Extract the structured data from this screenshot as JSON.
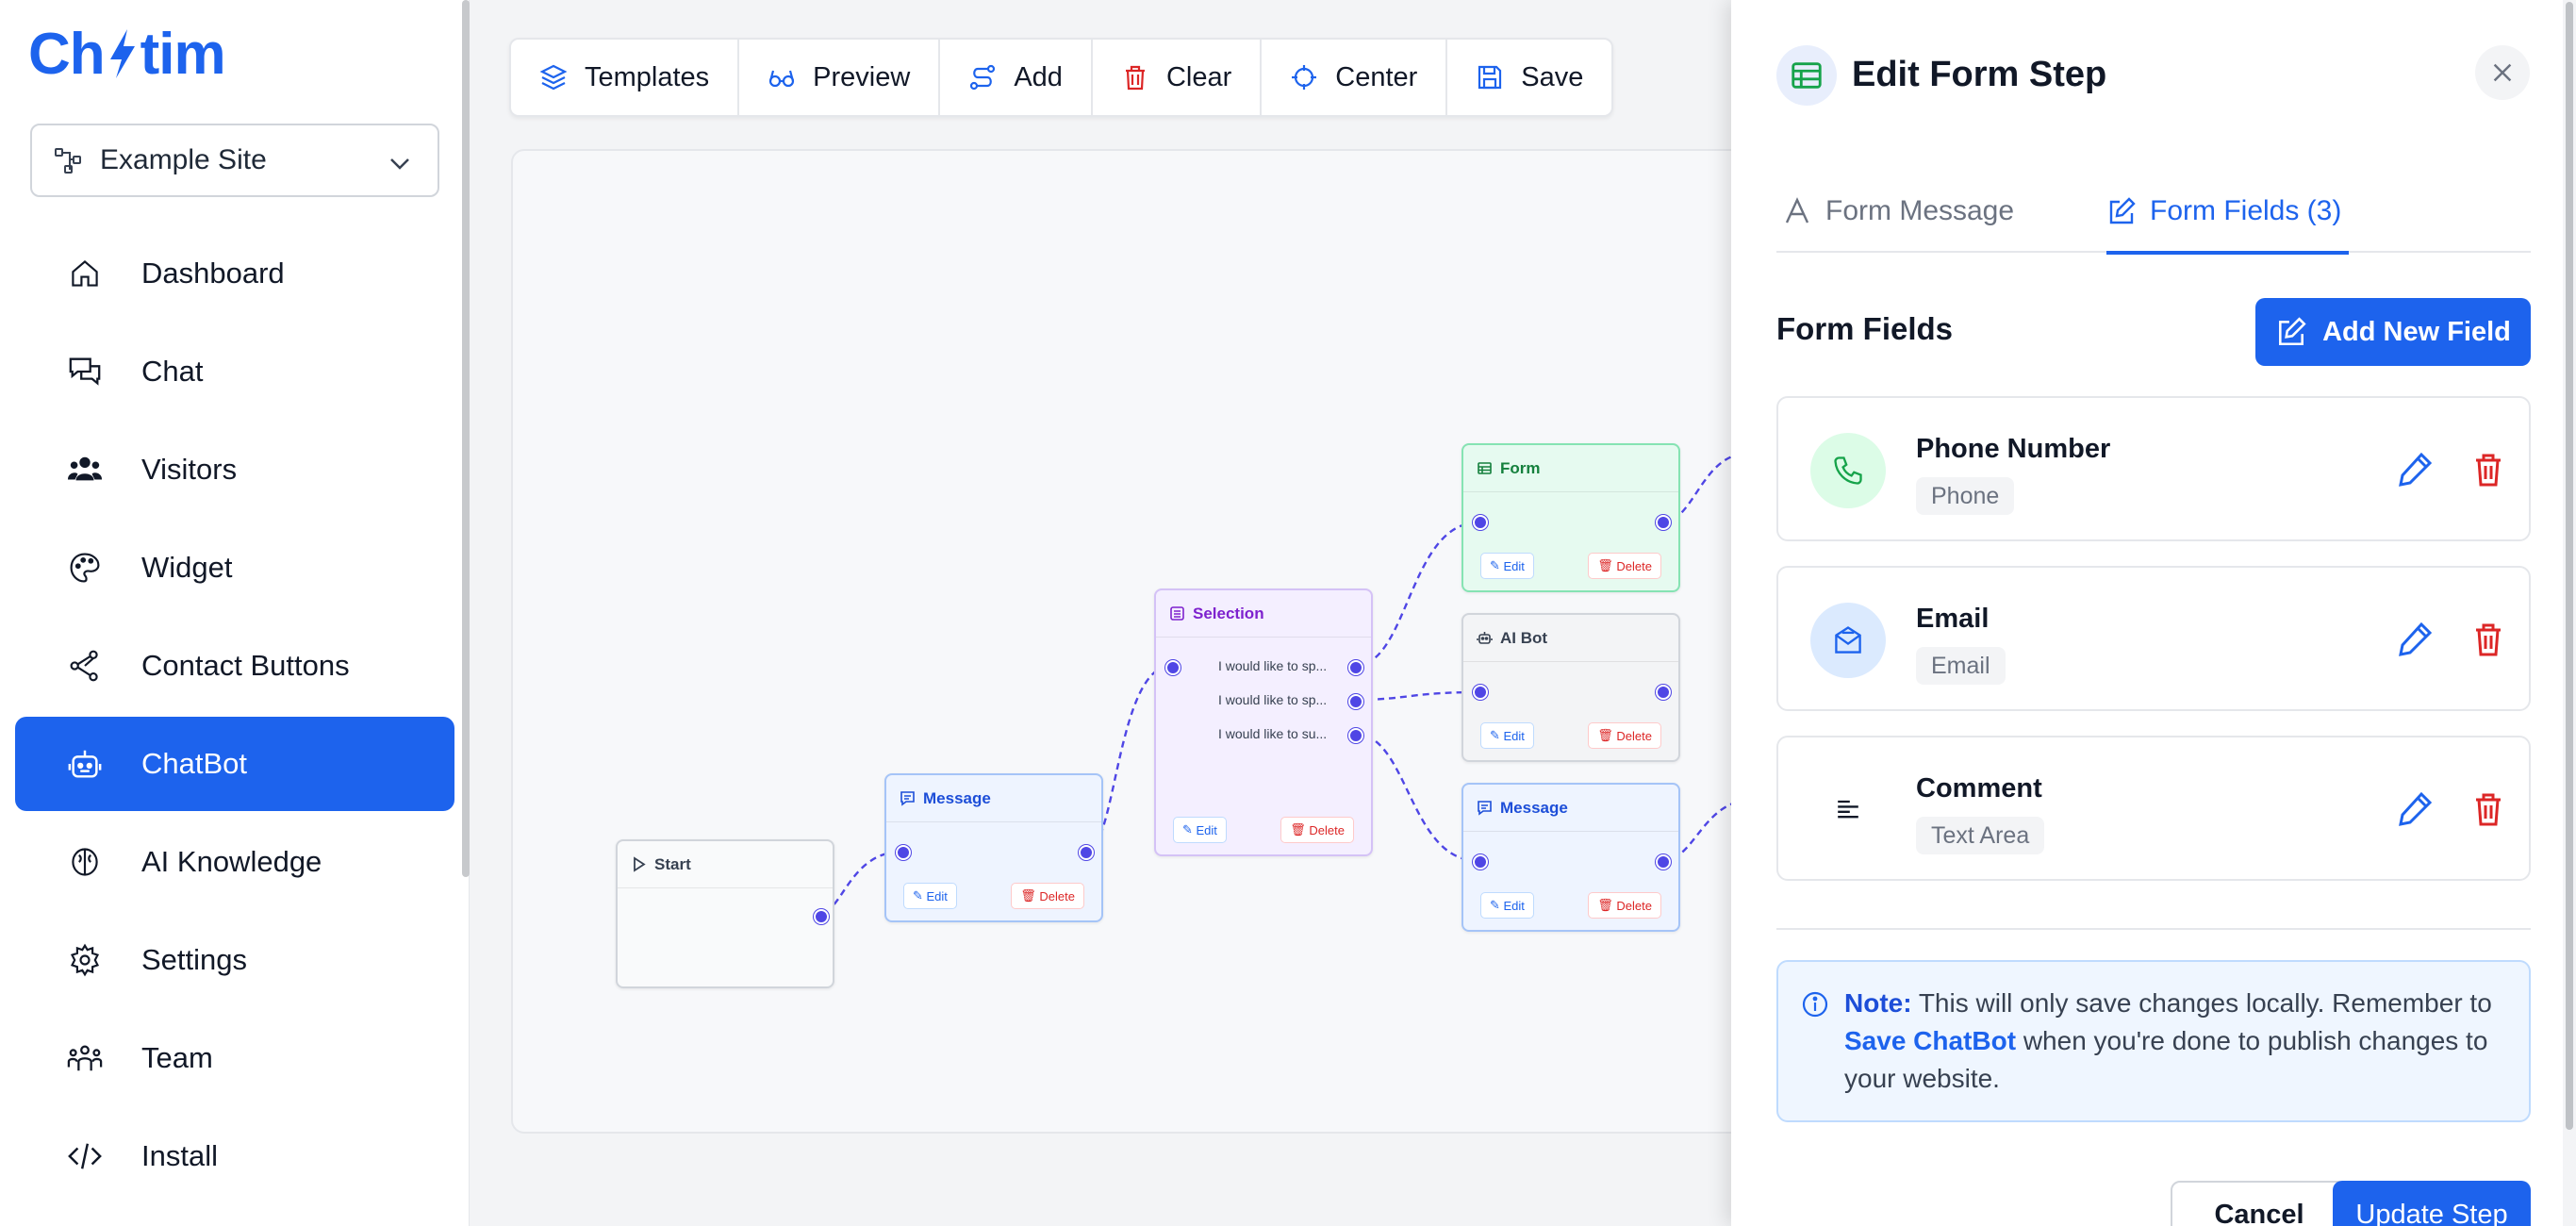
{
  "app": {
    "logo_text_left": "Ch",
    "logo_text_right": "tim",
    "brand_color": "#1d63ed"
  },
  "site_selector": {
    "value": "Example Site"
  },
  "sidebar": {
    "items": [
      {
        "label": "Dashboard",
        "icon": "home-icon",
        "active": false
      },
      {
        "label": "Chat",
        "icon": "chat-bubbles-icon",
        "active": false
      },
      {
        "label": "Visitors",
        "icon": "users-icon",
        "active": false
      },
      {
        "label": "Widget",
        "icon": "palette-icon",
        "active": false
      },
      {
        "label": "Contact Buttons",
        "icon": "share-nodes-icon",
        "active": false
      },
      {
        "label": "ChatBot",
        "icon": "robot-icon",
        "active": true
      },
      {
        "label": "AI Knowledge",
        "icon": "brain-icon",
        "active": false
      },
      {
        "label": "Settings",
        "icon": "gear-icon",
        "active": false
      },
      {
        "label": "Team",
        "icon": "team-icon",
        "active": false
      },
      {
        "label": "Install",
        "icon": "code-icon",
        "active": false
      }
    ]
  },
  "toolbar": {
    "templates": "Templates",
    "preview": "Preview",
    "add": "Add",
    "clear": "Clear",
    "center": "Center",
    "save": "Save"
  },
  "flow": {
    "start": {
      "title": "Start"
    },
    "message1": {
      "title": "Message",
      "edit": "Edit",
      "delete": "Delete"
    },
    "selection": {
      "title": "Selection",
      "options": [
        "I would like to sp...",
        "I would like to sp...",
        "I would like to su..."
      ],
      "edit": "Edit",
      "delete": "Delete"
    },
    "form": {
      "title": "Form",
      "edit": "Edit",
      "delete": "Delete"
    },
    "aibot": {
      "title": "AI Bot",
      "edit": "Edit",
      "delete": "Delete"
    },
    "message2": {
      "title": "Message",
      "edit": "Edit",
      "delete": "Delete"
    }
  },
  "modal": {
    "title": "Edit Form Step",
    "tabs": [
      {
        "label": "Form Message",
        "active": false
      },
      {
        "label": "Form Fields (3)",
        "active": true
      }
    ],
    "section_title": "Form Fields",
    "add_button": "Add New Field",
    "fields": [
      {
        "name": "Phone Number",
        "type": "Phone",
        "icon": "phone-icon"
      },
      {
        "name": "Email",
        "type": "Email",
        "icon": "envelope-icon"
      },
      {
        "name": "Comment",
        "type": "Text Area",
        "icon": "text-lines-icon"
      }
    ],
    "note": {
      "label": "Note:",
      "text1": "This will only save changes locally. Remember to",
      "link": "Save ChatBot",
      "text2": "when you're done to publish changes to your website."
    },
    "cancel": "Cancel",
    "update": "Update Step"
  }
}
